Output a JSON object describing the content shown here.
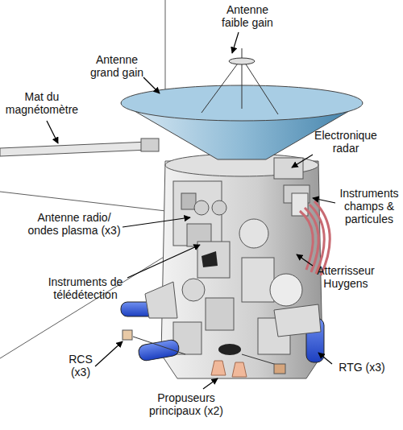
{
  "diagram": {
    "labels": [
      "Antenne faible gain",
      "Antenne grand gain",
      "Mat du magnétomètre",
      "Electronique radar",
      "Instruments champs & particules",
      "Antenne radio/ ondes plasma (x3)",
      "Atterrisseur Huygens",
      "Instruments de télédétection",
      "RCS (x3)",
      "RTG (x3)",
      "Propuseurs principaux (x2)"
    ]
  }
}
